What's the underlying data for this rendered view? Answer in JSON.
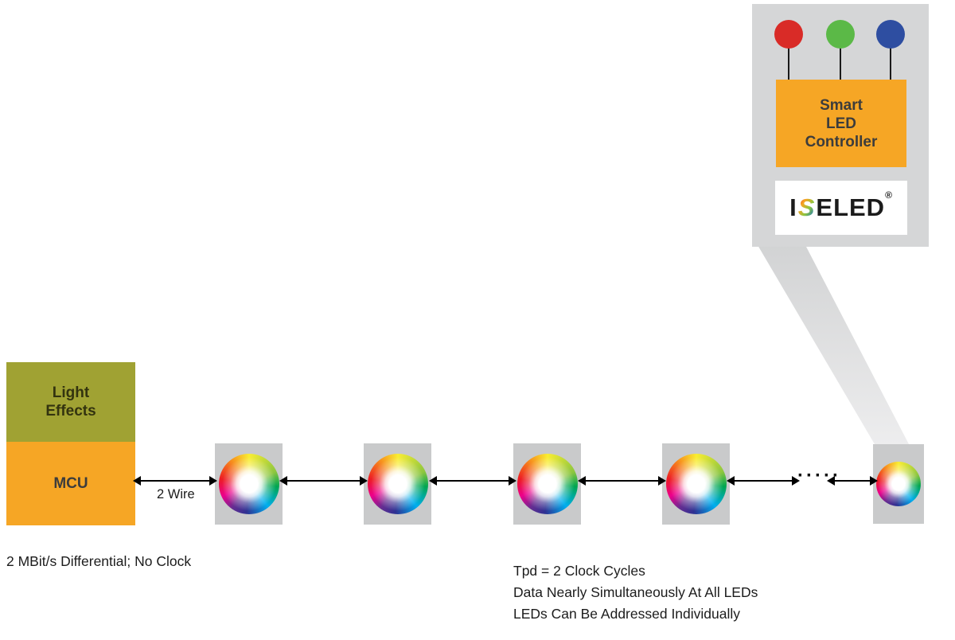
{
  "panel": {
    "leds": [
      {
        "name": "red-led",
        "color": "#d92b27"
      },
      {
        "name": "green-led",
        "color": "#5bb947"
      },
      {
        "name": "blue-led",
        "color": "#2e4ea1"
      }
    ],
    "controller_lines": [
      "Smart",
      "LED",
      "Controller"
    ],
    "logo": {
      "part1": "I",
      "part2": "S",
      "part3": "ELED",
      "registered": "®"
    }
  },
  "mcu_block": {
    "top_label": "Light Effects",
    "bottom_label": "MCU"
  },
  "chain": {
    "wire_label": "2 Wire",
    "continuation_dots": "·····"
  },
  "notes": {
    "left": "2 MBit/s Differential; No Clock",
    "right_lines": [
      "Tpd = 2 Clock Cycles",
      "Data Nearly Simultaneously At All LEDs",
      "LEDs Can Be Addressed Individually"
    ]
  },
  "colors": {
    "accent_orange": "#f6a625",
    "olive_green": "#a0a233",
    "panel_gray": "#d5d6d7",
    "node_gray": "#c9cacb",
    "led_red": "#d92b27",
    "led_green": "#5bb947",
    "led_blue": "#2e4ea1"
  }
}
